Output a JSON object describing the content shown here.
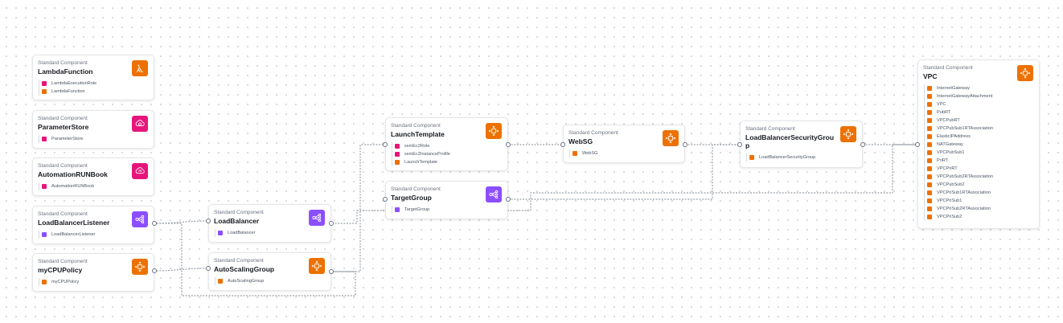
{
  "colors": {
    "orange": "#ed7100",
    "purple": "#8c4fff",
    "pink": "#e7157b",
    "line": "#9aa0a6"
  },
  "components": [
    {
      "id": "lambda",
      "subtitle": "Standard Component",
      "title": "LambdaFunction",
      "icon": "lambda-icon",
      "color": "#ed7100",
      "resources": [
        {
          "label": "LambdaExecutionRole",
          "color": "#e7157b"
        },
        {
          "label": "LambdaFunction",
          "color": "#ed7100"
        }
      ]
    },
    {
      "id": "paramstore",
      "subtitle": "Standard Component",
      "title": "ParameterStore",
      "icon": "parameter-store-icon",
      "color": "#e7157b",
      "resources": [
        {
          "label": "ParameterStore",
          "color": "#e7157b"
        }
      ]
    },
    {
      "id": "automation",
      "subtitle": "Standard Component",
      "title": "AutomationRUNBook",
      "icon": "automation-icon",
      "color": "#e7157b",
      "resources": [
        {
          "label": "AutomationRUNBook",
          "color": "#e7157b"
        }
      ]
    },
    {
      "id": "lblistener",
      "subtitle": "Standard Component",
      "title": "LoadBalancerListener",
      "icon": "load-balancer-icon",
      "color": "#8c4fff",
      "resources": [
        {
          "label": "LoadBalancerListener",
          "color": "#8c4fff"
        }
      ]
    },
    {
      "id": "cpupolicy",
      "subtitle": "Standard Component",
      "title": "myCPUPolicy",
      "icon": "auto-scaling-icon",
      "color": "#ed7100",
      "resources": [
        {
          "label": "myCPUPolicy",
          "color": "#ed7100"
        }
      ]
    },
    {
      "id": "lb",
      "subtitle": "Standard Component",
      "title": "LoadBalancer",
      "icon": "load-balancer-icon",
      "color": "#8c4fff",
      "resources": [
        {
          "label": "LoadBalancer",
          "color": "#8c4fff"
        }
      ]
    },
    {
      "id": "asg",
      "subtitle": "Standard Component",
      "title": "AutoScalingGroup",
      "icon": "auto-scaling-icon",
      "color": "#ed7100",
      "resources": [
        {
          "label": "AutoScalingGroup",
          "color": "#ed7100"
        }
      ]
    },
    {
      "id": "launch",
      "subtitle": "Standard Component",
      "title": "LaunchTemplate",
      "icon": "auto-scaling-icon",
      "color": "#ed7100",
      "resources": [
        {
          "label": "ssmEc2Role",
          "color": "#e7157b"
        },
        {
          "label": "ssmEc2InstanceProfile",
          "color": "#e7157b"
        },
        {
          "label": "LaunchTemplate",
          "color": "#ed7100"
        }
      ]
    },
    {
      "id": "tg",
      "subtitle": "Standard Component",
      "title": "TargetGroup",
      "icon": "load-balancer-icon",
      "color": "#8c4fff",
      "resources": [
        {
          "label": "TargetGroup",
          "color": "#8c4fff"
        }
      ]
    },
    {
      "id": "websg",
      "subtitle": "Standard Component",
      "title": "WebSG",
      "icon": "auto-scaling-icon",
      "color": "#ed7100",
      "resources": [
        {
          "label": "WebSG",
          "color": "#ed7100"
        }
      ]
    },
    {
      "id": "lbsg",
      "subtitle": "Standard Component",
      "title": "LoadBalancerSecurityGroup",
      "icon": "auto-scaling-icon",
      "color": "#ed7100",
      "resources": [
        {
          "label": "LoadBalancerSecurityGroup",
          "color": "#ed7100"
        }
      ]
    },
    {
      "id": "vpc",
      "subtitle": "Standard Component",
      "title": "VPC",
      "icon": "auto-scaling-icon",
      "color": "#ed7100",
      "resources": [
        {
          "label": "InternetGateway",
          "color": "#ed7100"
        },
        {
          "label": "InternetGatewayAttachment",
          "color": "#ed7100"
        },
        {
          "label": "VPC",
          "color": "#ed7100"
        },
        {
          "label": "PubRT",
          "color": "#ed7100"
        },
        {
          "label": "VPCPubRT",
          "color": "#ed7100"
        },
        {
          "label": "VPCPubSub1RTAssociation",
          "color": "#ed7100"
        },
        {
          "label": "ElasticIPAddress",
          "color": "#ed7100"
        },
        {
          "label": "NATGateway",
          "color": "#ed7100"
        },
        {
          "label": "VPCPubSub1",
          "color": "#ed7100"
        },
        {
          "label": "PriRT",
          "color": "#ed7100"
        },
        {
          "label": "VPCPriRT",
          "color": "#ed7100"
        },
        {
          "label": "VPCPubSub2RTAssociation",
          "color": "#ed7100"
        },
        {
          "label": "VPCPubSub2",
          "color": "#ed7100"
        },
        {
          "label": "VPCPriSub1RTAssociation",
          "color": "#ed7100"
        },
        {
          "label": "VPCPriSub1",
          "color": "#ed7100"
        },
        {
          "label": "VPCPriSub2RTAssociation",
          "color": "#ed7100"
        },
        {
          "label": "VPCPriSub2",
          "color": "#ed7100"
        }
      ]
    }
  ]
}
